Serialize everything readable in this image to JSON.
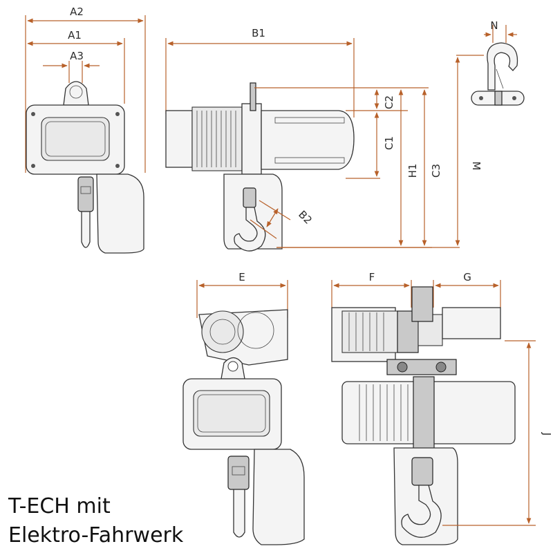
{
  "labels": {
    "A2": "A2",
    "A1": "A1",
    "A3": "A3",
    "B1": "B1",
    "N": "N",
    "C2": "C2",
    "C1": "C1",
    "H1": "H1",
    "C3": "C3",
    "M": "M",
    "B2": "B2",
    "E": "E",
    "F": "F",
    "G": "G",
    "J": "J"
  },
  "caption": {
    "line1": "T-ECH mit",
    "line2": "Elektro-Fahrwerk"
  },
  "colors": {
    "dimension": "#b8612a",
    "drawing": "#333333"
  }
}
